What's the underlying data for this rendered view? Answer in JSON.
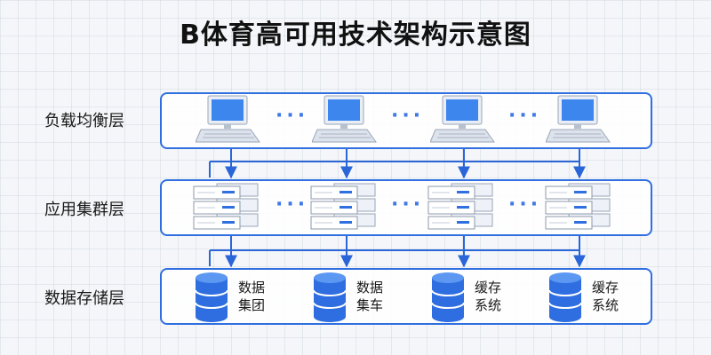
{
  "title": "B体育高可用技术架构示意图",
  "layers": {
    "load_balancer": {
      "label": "负载均衡层"
    },
    "app_cluster": {
      "label": "应用集群层"
    },
    "data_storage": {
      "label": "数据存储层"
    }
  },
  "ellipsis": "···",
  "databases": [
    {
      "line1": "数据",
      "line2": "集团"
    },
    {
      "line1": "数据",
      "line2": "集车"
    },
    {
      "line1": "缓存",
      "line2": "系统"
    },
    {
      "line1": "缓存",
      "line2": "系统"
    }
  ],
  "colors": {
    "accent": "#2f6fe0",
    "line": "#2a66d8",
    "node_fill": "#4f8ff0"
  },
  "icons": {
    "lb_node": "computer-icon",
    "app_node": "server-rack-icon",
    "db_node": "database-icon"
  }
}
